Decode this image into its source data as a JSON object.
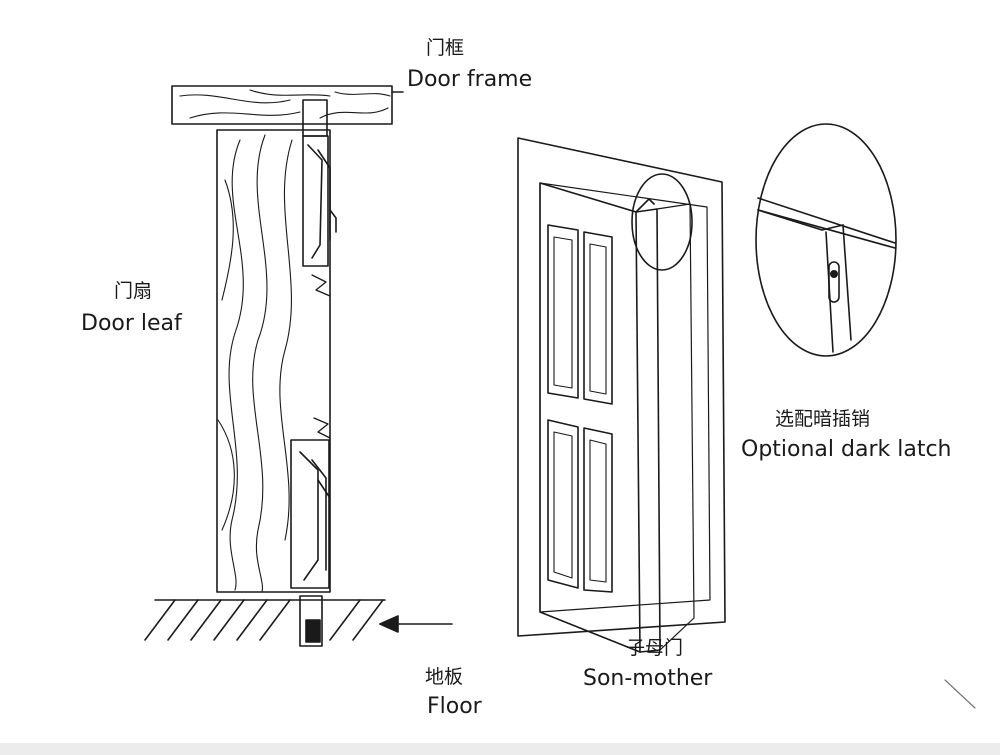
{
  "colors": {
    "line": "#1a1a1a",
    "background": "#ffffff",
    "fill_dark": "#1a1a1a"
  },
  "labels": {
    "door_frame": {
      "zh": "门框",
      "en": "Door frame"
    },
    "door_leaf": {
      "zh": "门扇",
      "en": "Door leaf"
    },
    "dark_latch": {
      "zh": "选配暗插销",
      "en": "Optional dark latch"
    },
    "son_mother": {
      "zh": "子母门",
      "en": "Son-mother"
    },
    "floor": {
      "zh": "地板",
      "en": "Floor"
    }
  }
}
